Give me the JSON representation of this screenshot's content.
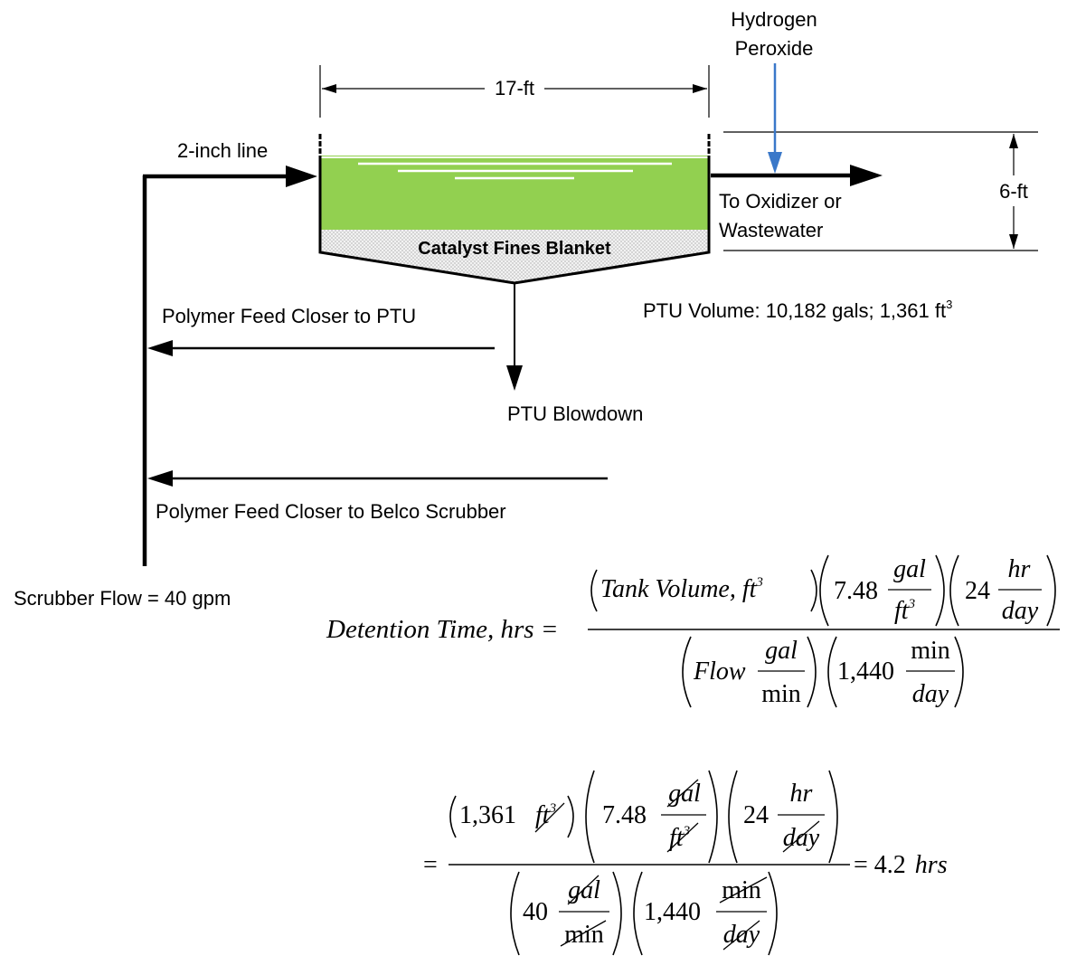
{
  "diagram": {
    "dims": {
      "width": "17-ft",
      "depth": "6-ft"
    },
    "inlet": {
      "line": "2-inch line"
    },
    "reagent": {
      "line1": "Hydrogen",
      "line2": "Peroxide"
    },
    "outlet": {
      "line1": "To Oxidizer or",
      "line2": "Wastewater"
    },
    "tank": {
      "blanket": "Catalyst Fines Blanket",
      "volume_label": "PTU Volume: 10,182 gals; 1,361 ft",
      "volume_sup": "3"
    },
    "streams": {
      "polymer_ptu": "Polymer Feed Closer to PTU",
      "blowdown": "PTU Blowdown",
      "polymer_belco": "Polymer Feed Closer to Belco Scrubber",
      "scrubber_flow": "Scrubber Flow = 40 gpm"
    },
    "colors": {
      "liquid": "#92d050",
      "reagent_arrow": "#3a78c9",
      "line": "#000000"
    }
  },
  "equation1": {
    "lhs": "Detention Time, hrs =",
    "tank_volume": "Tank Volume, ft",
    "sup3": "3",
    "factor_748": "7.48",
    "gal": "gal",
    "ft": "ft",
    "factor_24": "24",
    "hr": "hr",
    "day": "day",
    "flow": "Flow",
    "min": "min",
    "factor_1440": "1,440"
  },
  "equation2": {
    "eq": "=",
    "v1361": "1,361",
    "v40": "40",
    "result": "= 4.2",
    "result_unit": "hrs"
  }
}
